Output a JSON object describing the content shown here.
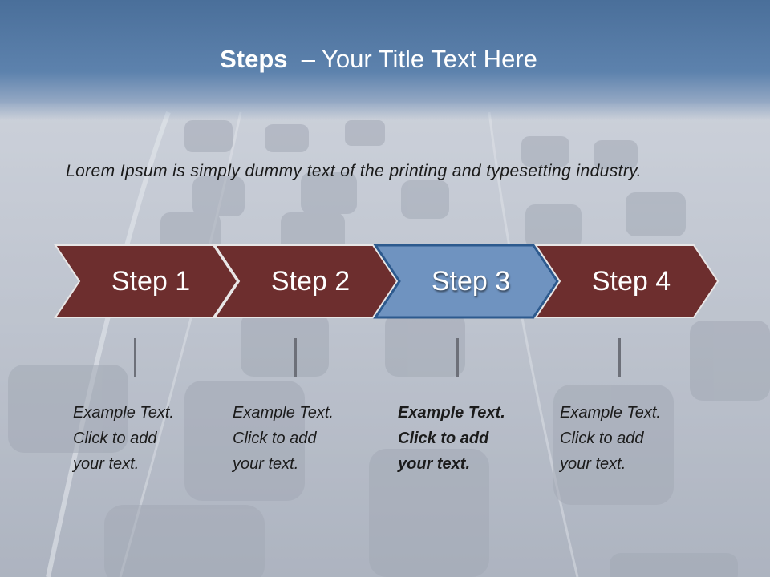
{
  "title": {
    "bold": "Steps",
    "rest": "– Your Title Text Here"
  },
  "intro": "Lorem Ipsum is simply dummy text of the printing and typesetting industry.",
  "colors": {
    "step": "#6d2e2e",
    "step_active": "#6f93c0",
    "title_band": "#5779a3"
  },
  "steps": [
    {
      "label": "Step 1",
      "text": "Example Text.\nClick  to add\nyour text.",
      "active": false
    },
    {
      "label": "Step 2",
      "text": "Example Text.\nClick  to add\nyour text.",
      "active": false
    },
    {
      "label": "Step 3",
      "text": "Example Text.\nClick  to add\nyour text.",
      "active": true
    },
    {
      "label": "Step 4",
      "text": "Example Text.\nClick  to add\nyour text.",
      "active": false
    }
  ]
}
